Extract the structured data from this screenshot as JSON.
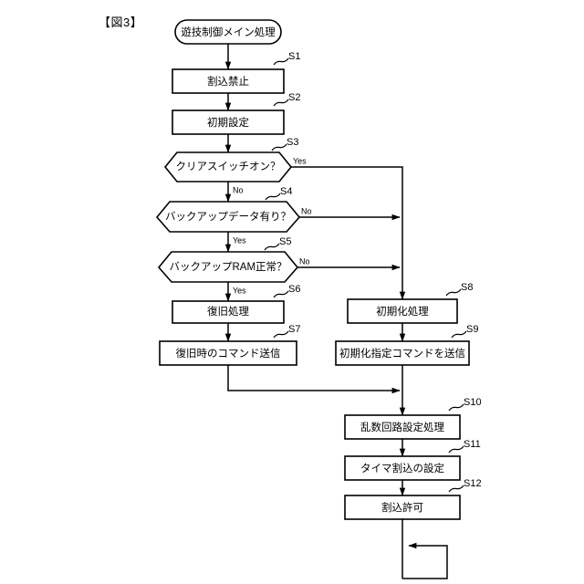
{
  "figure": {
    "label": "【図3】",
    "title_node": "遊技制御メイン処理"
  },
  "nodes": [
    {
      "id": "start",
      "type": "terminator",
      "text": "遊技制御メイン処理",
      "step": ""
    },
    {
      "id": "s1",
      "type": "process",
      "text": "割込禁止",
      "step": "S1"
    },
    {
      "id": "s2",
      "type": "process",
      "text": "初期設定",
      "step": "S2"
    },
    {
      "id": "s3",
      "type": "decision",
      "text": "クリアスイッチオン？",
      "step": "S3"
    },
    {
      "id": "s4",
      "type": "decision",
      "text": "バックアップデータ有り？",
      "step": "S4"
    },
    {
      "id": "s5",
      "type": "decision",
      "text": "バックアップRAM正常？",
      "step": "S5"
    },
    {
      "id": "s6",
      "type": "process",
      "text": "復旧処理",
      "step": "S6"
    },
    {
      "id": "s7",
      "type": "process",
      "text": "復旧時のコマンド送信",
      "step": "S7"
    },
    {
      "id": "s8",
      "type": "process",
      "text": "初期化処理",
      "step": "S8"
    },
    {
      "id": "s9",
      "type": "process",
      "text": "初期化指定コマンドを送信",
      "step": "S9"
    },
    {
      "id": "s10",
      "type": "process",
      "text": "乱数回路設定処理",
      "step": "S10"
    },
    {
      "id": "s11",
      "type": "process",
      "text": "タイマ割込の設定",
      "step": "S11"
    },
    {
      "id": "s12",
      "type": "process",
      "text": "割込許可",
      "step": "S12"
    }
  ],
  "branch_labels": {
    "s3_yes": "Yes",
    "s3_no": "No",
    "s4_no": "No",
    "s4_yes": "Yes",
    "s5_no": "No",
    "s5_yes": "Yes"
  },
  "colors": {
    "stroke": "#000000",
    "fill": "#ffffff",
    "background": "#ffffff"
  }
}
